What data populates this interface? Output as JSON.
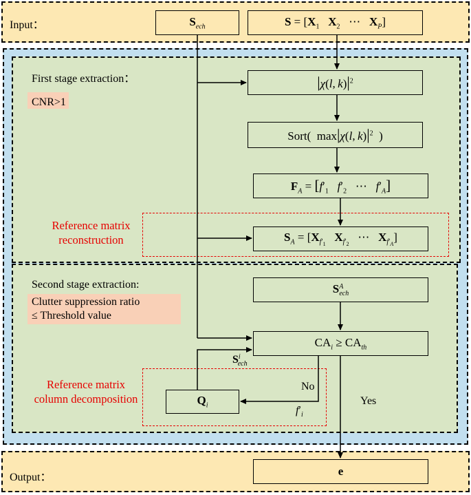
{
  "input_label": "Input：",
  "output_label": "Output：",
  "stage1_title": "First stage extraction：",
  "cnr_condition": "CNR>1",
  "stage2_title": "Second stage extraction:",
  "stage2_condition_line1": "Clutter suppression ratio",
  "stage2_condition_line2": "≤ Threshold value",
  "ref_reconstruction_line1": "Reference matrix",
  "ref_reconstruction_line2": "reconstruction",
  "ref_decomposition_line1": "Reference matrix",
  "ref_decomposition_line2": "column decomposition",
  "decision_no": "No",
  "decision_yes": "Yes",
  "colors": {
    "io_band": "#fde8b3",
    "outer_panel": "#c2dfef",
    "stage_panel": "#d9e6c5",
    "highlight": "#f9d0b7",
    "annotation_red": "#e60000"
  }
}
